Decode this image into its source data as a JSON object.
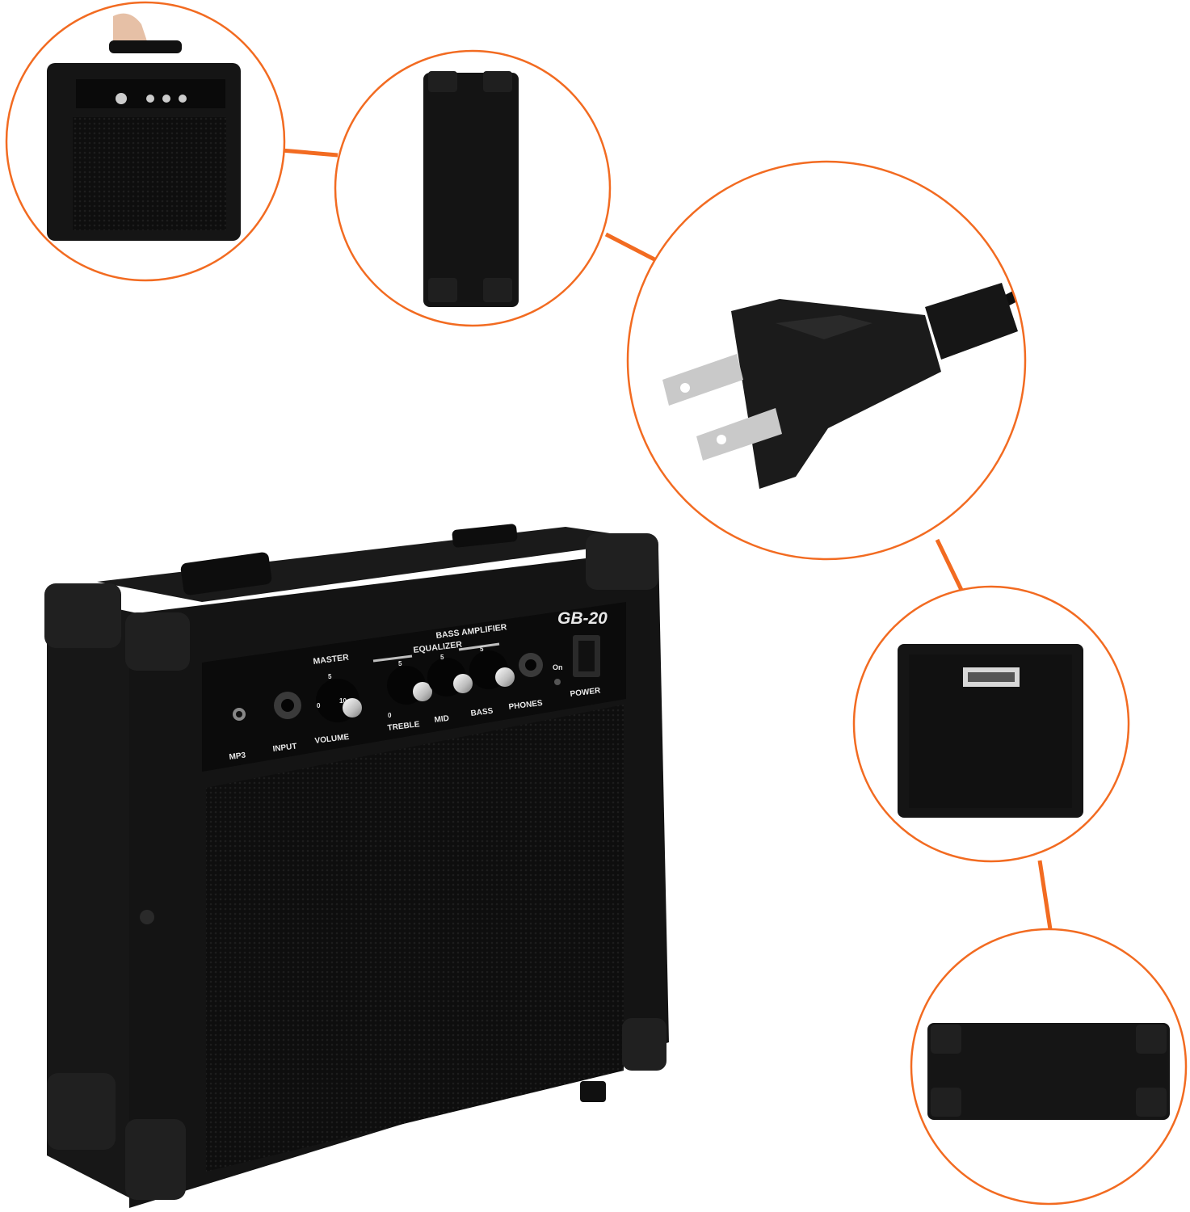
{
  "accent_color": "#f26b21",
  "amp_color": "#141414",
  "panel": {
    "model": "GB-20",
    "brand_line": "BASS AMPLIFIER",
    "equalizer": "EQUALIZER",
    "master": "MASTER",
    "jack_mp3": "MP3",
    "jack_input": "INPUT",
    "knob_volume": "VOLUME",
    "knob_treble": "TREBLE",
    "knob_mid": "MID",
    "knob_bass": "BASS",
    "jack_phones": "PHONES",
    "switch_on": "On",
    "switch_power": "POWER",
    "scale_min": "0",
    "scale_mid": "5",
    "scale_max": "10"
  },
  "detail_views": [
    "carry-handle-view",
    "side-view",
    "power-plug",
    "back-view",
    "bottom-view"
  ]
}
